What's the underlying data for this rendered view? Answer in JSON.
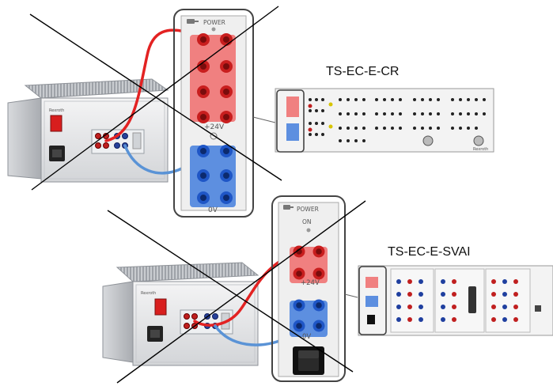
{
  "top_section": {
    "module_title": "POWER",
    "positive_label": "+24V",
    "negative_label": "0V",
    "rack_label": "TS-EC-E-CR",
    "supply_logo": "Rexroth",
    "rack_logo": "Rexroth"
  },
  "bottom_section": {
    "module_title": "POWER",
    "switch_label": "ON",
    "positive_label": "+24V",
    "negative_label": "0V",
    "rack_label": "TS-EC-E-SVAI",
    "supply_logo": "Rexroth"
  },
  "colors": {
    "positive": "#e23b3b",
    "positive_dark": "#b51c1c",
    "negative": "#3b76d6",
    "negative_dark": "#1f4fa8",
    "red_wire": "#e32222",
    "blue_wire": "#5a93d6",
    "strike_line": "#000000"
  },
  "icons": {
    "module_header": "power-plug-icon",
    "socket": "banana-socket-icon",
    "switch": "rocker-switch-icon"
  }
}
